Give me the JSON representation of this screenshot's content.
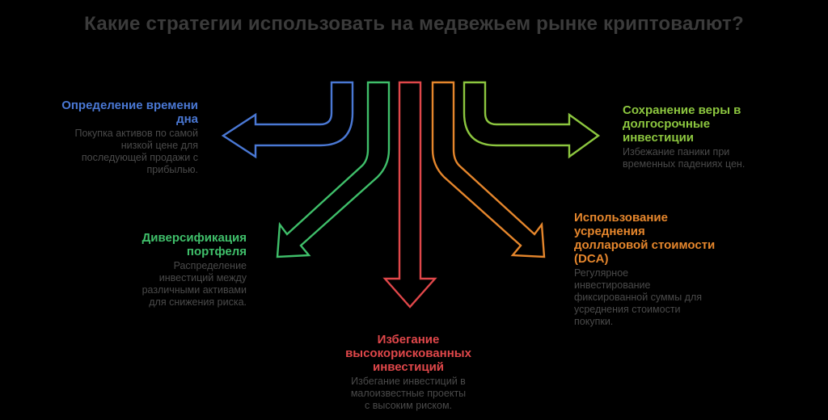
{
  "title": "Какие стратегии использовать на медвежьем рынке криптовалют?",
  "strategies": [
    {
      "title_lines": [
        "Определение времени",
        "дна"
      ],
      "desc_lines": [
        "Покупка активов по самой",
        "низкой цене для",
        "последующей продажи с",
        "прибылью."
      ],
      "color": "#4a78d4"
    },
    {
      "title_lines": [
        "Диверсификация",
        "портфеля"
      ],
      "desc_lines": [
        "Распределение",
        "инвестиций между",
        "различными активами",
        "для снижения риска."
      ],
      "color": "#3fbf6a"
    },
    {
      "title_lines": [
        "Избегание",
        "высокорискованных",
        "инвестиций"
      ],
      "desc_lines": [
        "Избегание инвестиций в",
        "малоизвестные проекты",
        "с высоким риском."
      ],
      "color": "#e0474a"
    },
    {
      "title_lines": [
        "Использование",
        "усреднения",
        "долларовой стоимости",
        "(DCA)"
      ],
      "desc_lines": [
        "Регулярное",
        "инвестирование",
        "фиксированной суммы для",
        "усреднения стоимости",
        "покупки."
      ],
      "color": "#e5862c"
    },
    {
      "title_lines": [
        "Сохранение веры в",
        "долгосрочные",
        "инвестиции"
      ],
      "desc_lines": [
        "Избежание паники при",
        "временных падениях цен."
      ],
      "color": "#8cc63f"
    }
  ]
}
